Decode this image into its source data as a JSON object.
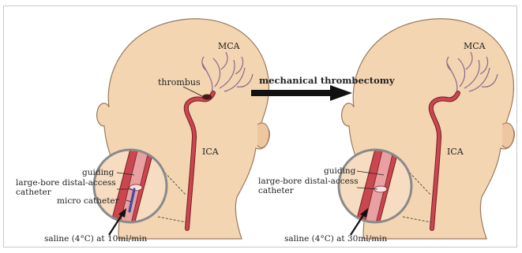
{
  "colors": {
    "skin": "#f3d5b1",
    "skin_outline": "#9a7a5e",
    "vessel": "#c9474f",
    "vessel_dark": "#7a1c24",
    "catheter_blue": "#3a4fa8",
    "arrow": "#111111",
    "magnifier_ring": "#8a8a8a"
  },
  "center_arrow_label": "mechanical thrombectomy",
  "panels": [
    {
      "mca_label": "MCA",
      "ica_label": "ICA",
      "thrombus_label": "thrombus",
      "guiding_label": "guiding",
      "large_bore_label_line1": "large-bore distal-access",
      "large_bore_label_line2": "catheter",
      "micro_catheter_label": "micro catheter",
      "saline_label": "saline (4°C) at 10ml/min"
    },
    {
      "mca_label": "MCA",
      "ica_label": "ICA",
      "guiding_label": "guiding",
      "large_bore_label_line1": "large-bore distal-access",
      "large_bore_label_line2": "catheter",
      "saline_label": "saline (4°C) at 30ml/min"
    }
  ]
}
